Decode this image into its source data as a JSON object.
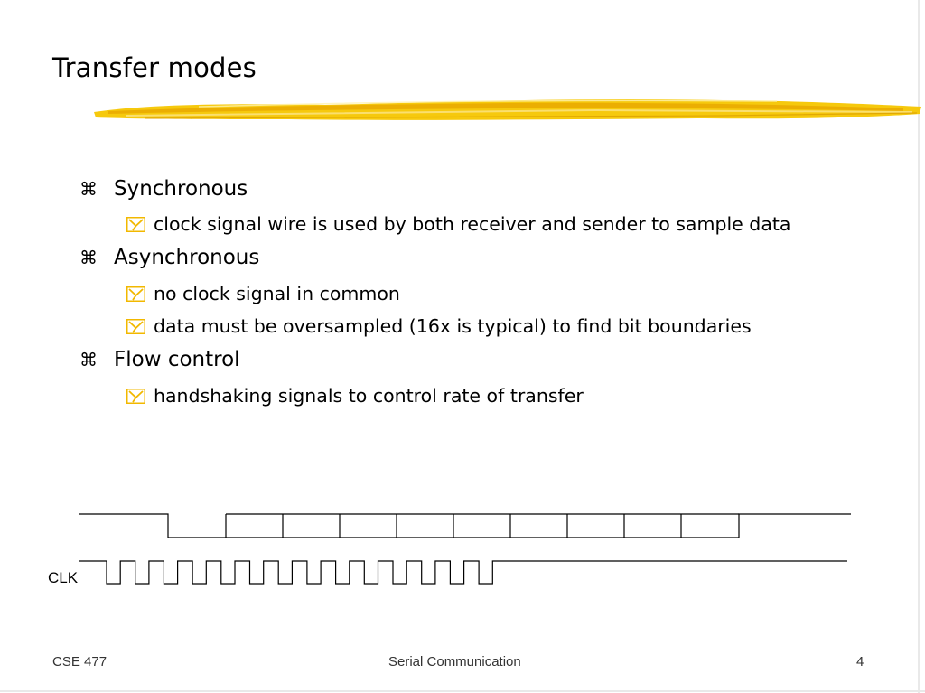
{
  "title": "Transfer modes",
  "colors": {
    "accent": "#f2b800",
    "rule": "#e9e9e9",
    "line": "#000000"
  },
  "bullets": {
    "synchronous": {
      "marker": "⌘",
      "label": "Synchronous",
      "sub": [
        {
          "marker_icon": "checkbox-y-icon",
          "text": "clock signal wire is used by both receiver and sender to sample data"
        }
      ]
    },
    "asynchronous": {
      "marker": "⌘",
      "label": "Asynchronous",
      "sub": [
        {
          "marker_icon": "checkbox-y-icon",
          "text": "no clock signal in common"
        },
        {
          "marker_icon": "checkbox-y-icon",
          "text": "data must be oversampled (16x is typical) to find bit boundaries"
        }
      ]
    },
    "flow_control": {
      "marker": "⌘",
      "label": "Flow control",
      "sub": [
        {
          "marker_icon": "checkbox-y-icon",
          "text": "handshaking signals to control rate of transfer"
        }
      ]
    }
  },
  "diagram": {
    "clock_label": "CLK"
  },
  "footer": {
    "left": "CSE 477",
    "center": "Serial Communication",
    "right": "4"
  }
}
